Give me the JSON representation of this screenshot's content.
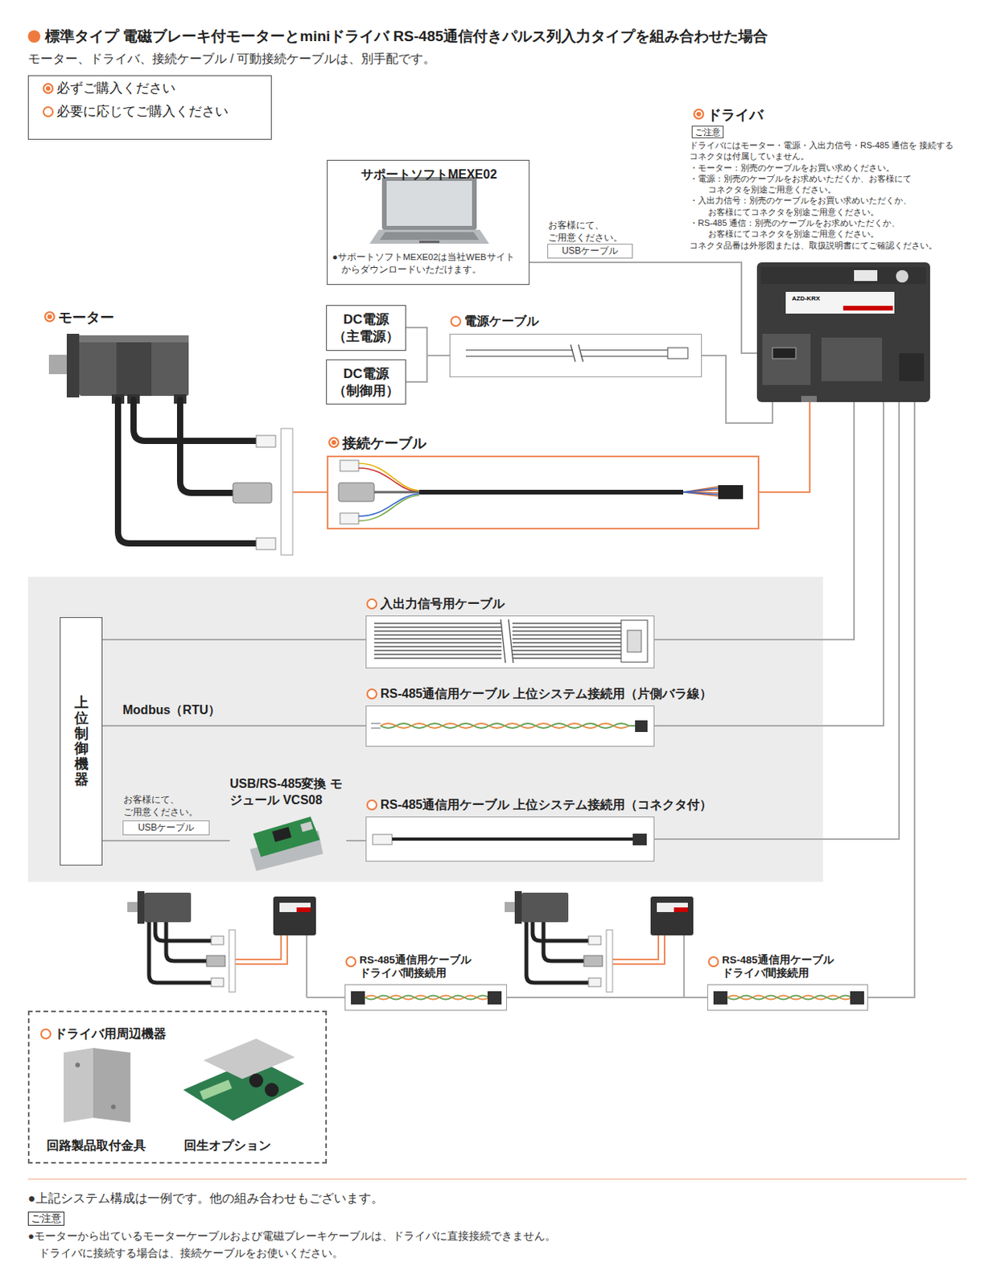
{
  "diagram": {
    "title": "標準タイプ 電磁ブレーキ付モーターとminiドライバ RS-485通信付きパルス列入力タイプを組み合わせた場合",
    "nodes": [
      {
        "text": [
          "サポートソフトMEXE02",
          "●サポートソフトMEXE02は当社WEBサイト からダウンロードいただけます。"
        ]
      },
      {
        "text": [
          "お客様にて、 ご用意ください。",
          "USBケーブル"
        ]
      },
      {
        "text": [
          "ドライバ"
        ]
      },
      {
        "text": [
          "モーター"
        ]
      },
      {
        "text": [
          "DC電源 （主電源）"
        ]
      },
      {
        "text": [
          "DC電源 （制御用）"
        ]
      },
      {
        "text": [
          "電源ケーブル"
        ]
      },
      {
        "text": [
          "接続ケーブル"
        ]
      },
      {
        "text": [
          "上位制御機器"
        ]
      },
      {
        "text": [
          "入出力信号用ケーブル"
        ]
      },
      {
        "text": [
          "RS-485通信用ケーブル 上位システム接続用（片側バラ線）"
        ]
      },
      {
        "text": [
          "お客様にて、 ご用意ください。",
          "USBケーブル"
        ]
      },
      {
        "text": [
          "USB/RS-485変換 モジュール VCS08"
        ]
      },
      {
        "text": [
          "RS-485通信用ケーブル 上位システム接続用（コネクタ付）"
        ]
      },
      {
        "text": [
          "RS-485通信用ケーブル ドライバ間接続用"
        ]
      },
      {
        "text": [
          "RS-485通信用ケーブル ドライバ間接続用"
        ]
      },
      {
        "text": [
          "ドライバ用周辺機器"
        ]
      },
      {
        "text": [
          "回路製品取付金具"
        ],
        "in": 16
      },
      {
        "text": [
          "回生オプション"
        ],
        "in": 16
      }
    ],
    "edges": [
      {
        "from": 0,
        "to": 2,
        "arrow": "none"
      },
      {
        "from": 4,
        "to": 6,
        "arrow": "none"
      },
      {
        "from": 5,
        "to": 6,
        "arrow": "none"
      },
      {
        "from": 6,
        "to": 2,
        "arrow": "none"
      },
      {
        "from": 3,
        "to": 7,
        "arrow": "none"
      },
      {
        "from": 7,
        "to": 2,
        "arrow": "none"
      },
      {
        "from": 8,
        "to": 9,
        "arrow": "none"
      },
      {
        "from": 9,
        "to": 2,
        "arrow": "none"
      },
      {
        "from": 8,
        "to": 10,
        "label": "Modbus（RTU）",
        "arrow": "none"
      },
      {
        "from": 10,
        "to": 2,
        "arrow": "none"
      },
      {
        "from": 8,
        "to": 12,
        "arrow": "none"
      },
      {
        "from": 12,
        "to": 13,
        "arrow": "none"
      },
      {
        "from": 13,
        "to": 2,
        "arrow": "none"
      },
      {
        "from": 15,
        "to": 2,
        "arrow": "none"
      },
      {
        "from": 14,
        "to": 15,
        "arrow": "none"
      }
    ],
    "labels": [
      "モーター、ドライバ、接続ケーブル / 可動接続ケーブルは、別手配です。",
      "ご注意",
      "ドライバにはモーター・電源・入出力信号・RS-485 通信を 接続するコネクタは付属していません。",
      "・モーター：別売のケーブルをお買い求めください。",
      "・電源：別売のケーブルをお求めいただくか、お客様にて コネクタを別途ご用意ください。",
      "・入出力信号：別売のケーブルをお買い求めいただくか、 お客様にてコネクタを別途ご用意ください。",
      "・RS-485 通信：別売のケーブルをお求めいただくか、 お客様にてコネクタを別途ご用意ください。",
      "コネクタ品番は外形図または、取扱説明書にてご確認ください。",
      "AZD-KRX",
      "●上記システム構成は一例です。他の組み合わせもございます。",
      "ご注意",
      "●モーターから出ているモーターケーブルおよび電磁ブレーキケーブルは、ドライバに直接接続できません。 ドライバに接続する場合は、接続ケーブルをお使いください。"
    ],
    "legend": [
      {
        "text": "必ずご購入ください",
        "color": "#ef7a3d"
      },
      {
        "text": "必要に応じてご購入ください"
      }
    ]
  }
}
